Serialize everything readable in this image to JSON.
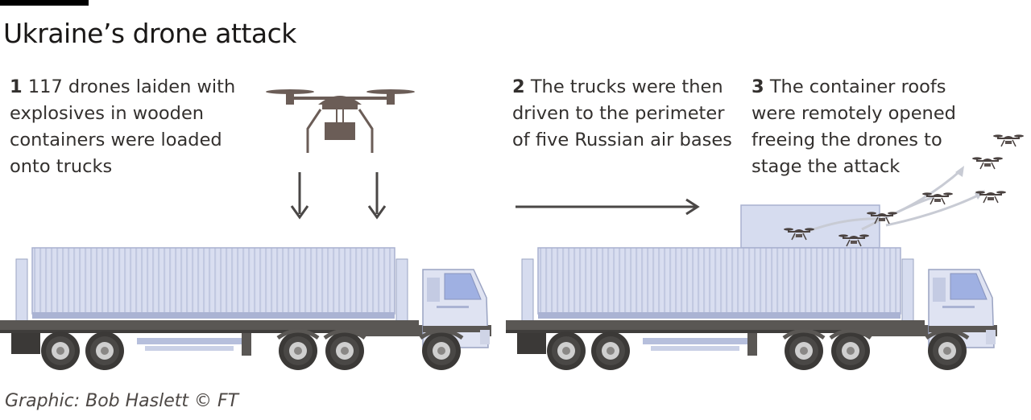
{
  "header": {
    "title": "Ukraine’s drone attack"
  },
  "steps": [
    {
      "number": "1",
      "text": "117 drones laiden with explosives in wooden containers were loaded onto trucks"
    },
    {
      "number": "2",
      "text": "The trucks were then driven to the perimeter of five Russian air bases"
    },
    {
      "number": "3",
      "text": "The container roofs were remotely opened freeing the drones to stage the attack"
    }
  ],
  "footer": {
    "credit": "Graphic: Bob Haslett   © FT"
  },
  "icons": {
    "drone": "quadcopter-drone-icon",
    "arrow": "arrow-icon",
    "truck": "container-truck-icon"
  },
  "colors": {
    "container": "#d6dcef",
    "container_dark": "#b6bfdc",
    "chassis": "#5a5754",
    "arrow": "#4a4746",
    "flight_path": "#c8cbd4",
    "drone_body": "#6b5d57"
  }
}
